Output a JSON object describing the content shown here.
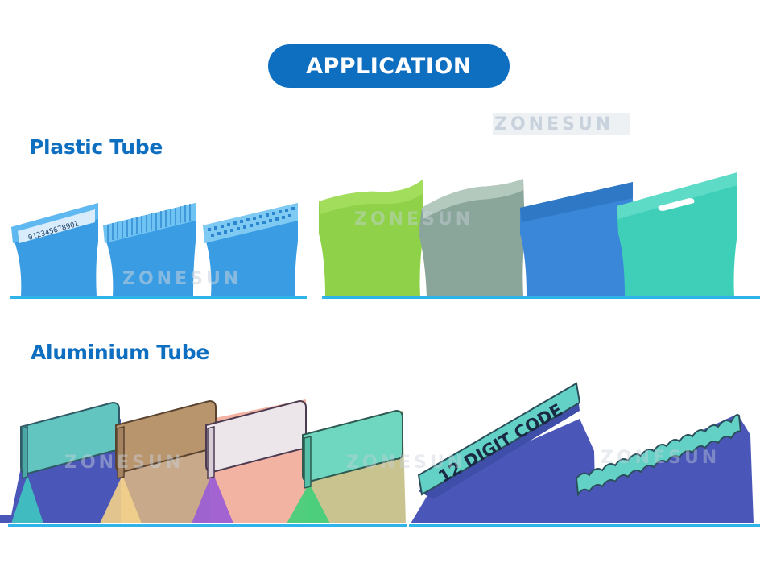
{
  "header": {
    "title": "APPLICATION"
  },
  "sections": {
    "plastic": {
      "title": "Plastic Tube"
    },
    "aluminium": {
      "title": "Aluminium Tube"
    }
  },
  "watermark": "ZONESUN",
  "labels": {
    "barcode": "012345678901",
    "digit_code": "12 DIGIT CODE"
  },
  "colors": {
    "accent": "#0e6fc0",
    "shelf": "#2fb4e9",
    "tube_blue": "#3a9de3",
    "tube_green": "#8fd24a",
    "tube_grey": "#8aa59a",
    "tube_teal": "#3fcfb8",
    "base_purple": "#4a57b8"
  }
}
